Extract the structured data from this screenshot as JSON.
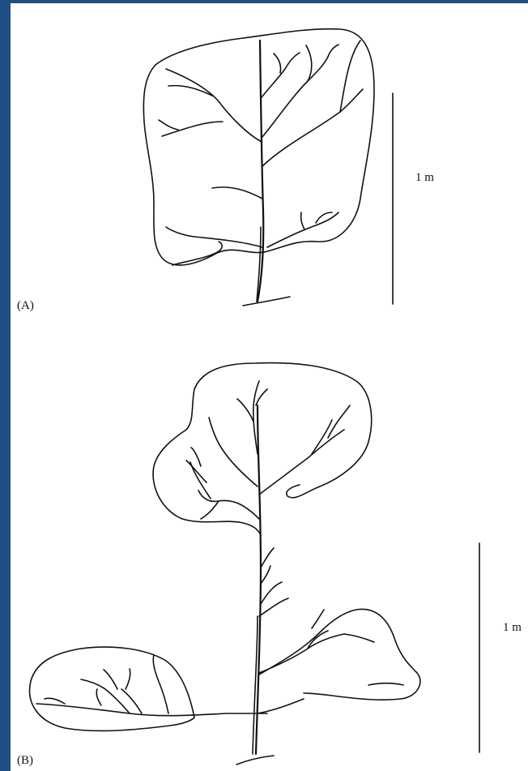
{
  "figure": {
    "panel_a": {
      "label": "(A)",
      "scale_label": "1 m"
    },
    "panel_b": {
      "label": "(B)",
      "scale_label": "1 m"
    }
  },
  "colors": {
    "frame": "#1f4e86",
    "paper": "#ffffff",
    "ink": "#111111"
  }
}
